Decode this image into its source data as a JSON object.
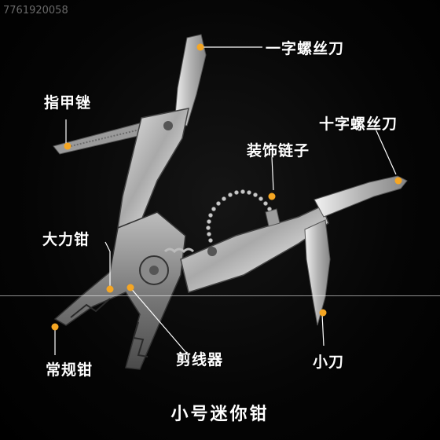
{
  "watermark": "7761920058",
  "labels": {
    "flat_screwdriver": "一字螺丝刀",
    "nail_file": "指甲锉",
    "phillips_screwdriver": "十字螺丝刀",
    "decorative_chain": "装饰链子",
    "heavy_pliers": "大力钳",
    "wire_cutter": "剪线器",
    "small_knife": "小刀",
    "regular_pliers": "常规钳"
  },
  "caption": "小号迷你钳",
  "colors": {
    "background": "#000000",
    "label_text": "#ffffff",
    "pointer_dot": "#f5a623",
    "pointer_line": "#ffffff"
  }
}
